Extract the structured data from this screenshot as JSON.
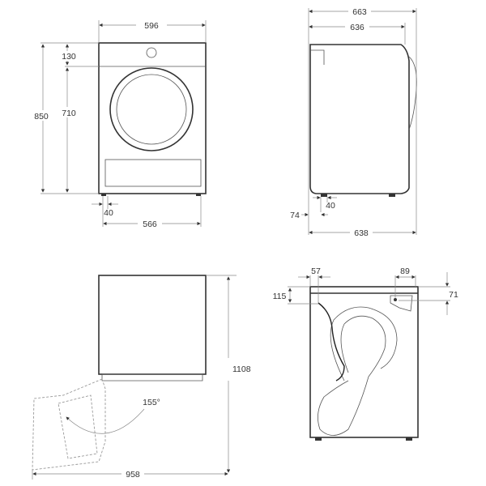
{
  "front_view": {
    "width": "596",
    "top_panel": "130",
    "height": "850",
    "body_height": "710",
    "foot_offset": "40",
    "foot_span": "566"
  },
  "side_view": {
    "depth_total": "663",
    "depth_body": "636",
    "foot_offset": "40",
    "foot_inset": "74",
    "depth_with_door": "638"
  },
  "door_open_view": {
    "height_with_door": "1108",
    "door_angle": "155°",
    "depth_door_open": "958"
  },
  "rear_view": {
    "hose_offset": "57",
    "outlet_width": "89",
    "hose_drop": "115",
    "outlet_drop": "71"
  }
}
